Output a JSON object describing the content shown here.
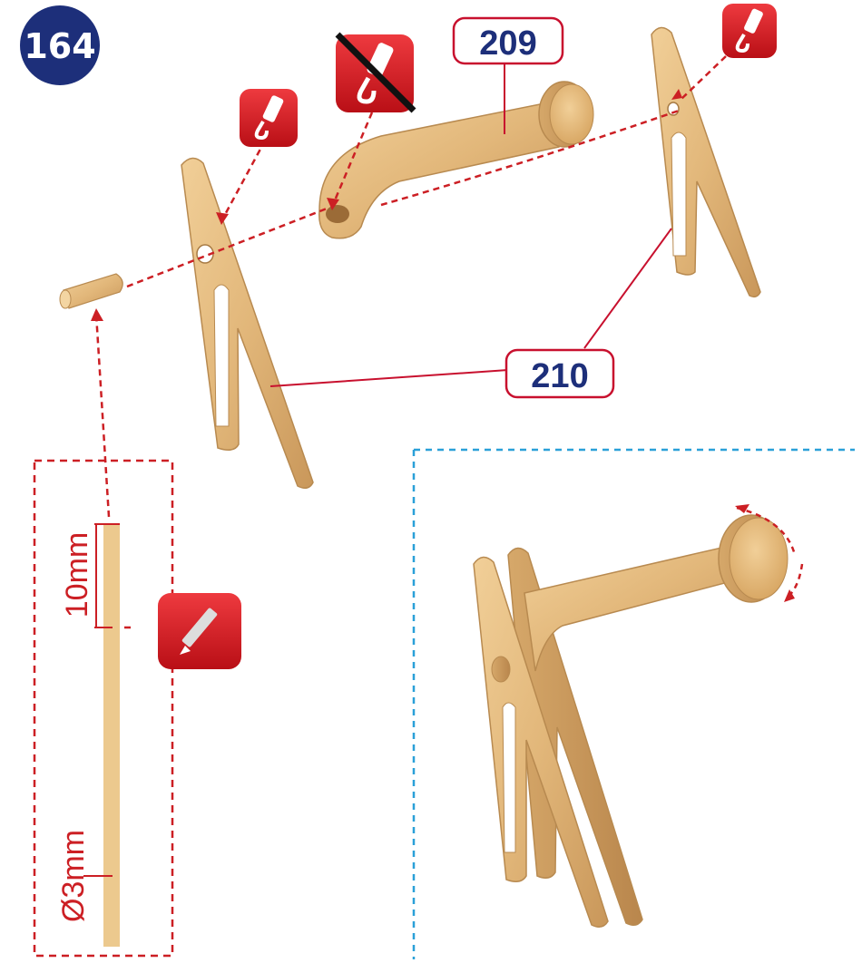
{
  "step_number": "164",
  "parts": {
    "crank": "209",
    "stand": "210"
  },
  "dowel": {
    "length_label": "10mm",
    "diameter_label": "Ø3mm"
  },
  "icons": {
    "glue": "glue-icon",
    "no_glue": "no-glue-icon",
    "knife": "craft-knife-icon"
  },
  "colors": {
    "step_badge": "#1d2f7a",
    "part_label_border": "#c8102e",
    "part_label_text": "#1d2f7a",
    "guide_line": "#cc1f24",
    "result_frame": "#2aa0d8",
    "wood": "#e2b77a",
    "icon_red": "#d1181f"
  }
}
